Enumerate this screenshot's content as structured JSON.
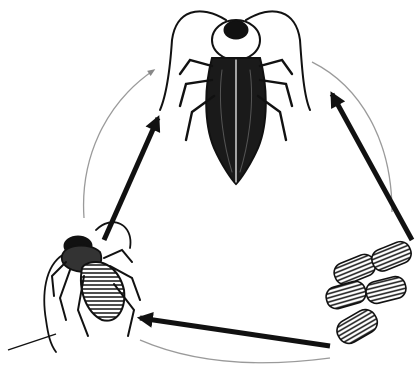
{
  "diagram": {
    "stages": [
      {
        "name": "adult",
        "icon": "adult-cockroach-icon"
      },
      {
        "name": "egg-cases",
        "icon": "egg-case-icon"
      },
      {
        "name": "nymph",
        "icon": "nymph-cockroach-icon"
      }
    ],
    "transitions": [
      {
        "from": "egg-cases",
        "to": "nymph"
      },
      {
        "from": "nymph",
        "to": "adult"
      },
      {
        "from": "egg-cases",
        "to": "adult"
      }
    ],
    "colors": {
      "ink": "#111111",
      "thin_line": "#9a9a9a",
      "background": "#ffffff"
    }
  }
}
